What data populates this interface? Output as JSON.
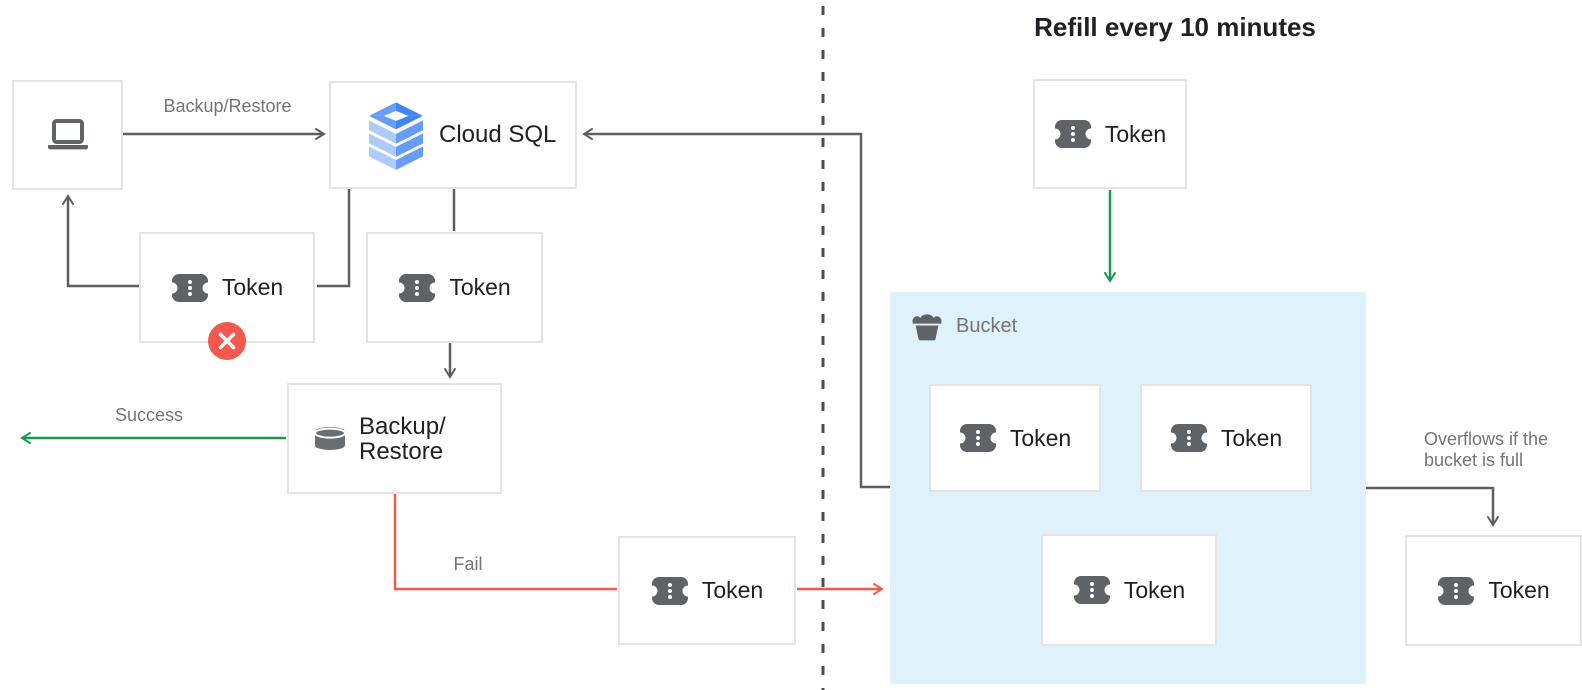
{
  "title": "Refill every 10 minutes",
  "nodes": {
    "cloud_sql": "Cloud SQL",
    "token": "Token",
    "backup_restore": "Backup/\nRestore",
    "bucket": "Bucket"
  },
  "edges": {
    "backup_restore": "Backup/Restore",
    "success": "Success",
    "fail": "Fail",
    "overflow": "Overflows if the\nbucket is full"
  },
  "colors": {
    "green": "#149a52",
    "red": "#f4584e",
    "wire": "#5c5f62",
    "divider": "#4d4d4d",
    "bucket_fill": "#dff2fc",
    "node_border": "#e4e4e4",
    "text_dark": "#202124",
    "text_muted": "#757575",
    "icon_gray": "#5f6368",
    "sql_dark": "#4285f4",
    "sql_mid": "#669df6",
    "sql_light": "#aecbfa"
  },
  "icons": {
    "client": "laptop-icon",
    "cloud_sql": "cloud-sql-icon",
    "token": "token-icon",
    "backup_restore": "database-icon",
    "bucket": "bucket-icon",
    "rejected": "error-x-icon"
  }
}
